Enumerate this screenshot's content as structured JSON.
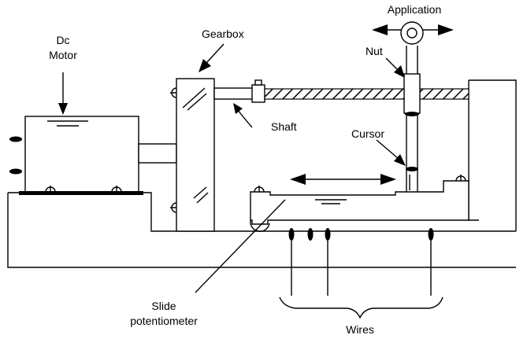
{
  "labels": {
    "dc_motor_line1": "Dc",
    "dc_motor_line2": "Motor",
    "gearbox": "Gearbox",
    "application": "Application",
    "nut": "Nut",
    "shaft": "Shaft",
    "cursor": "Cursor",
    "slide_potentiometer_line1": "Slide",
    "slide_potentiometer_line2": "potentiometer",
    "wires": "Wires"
  }
}
